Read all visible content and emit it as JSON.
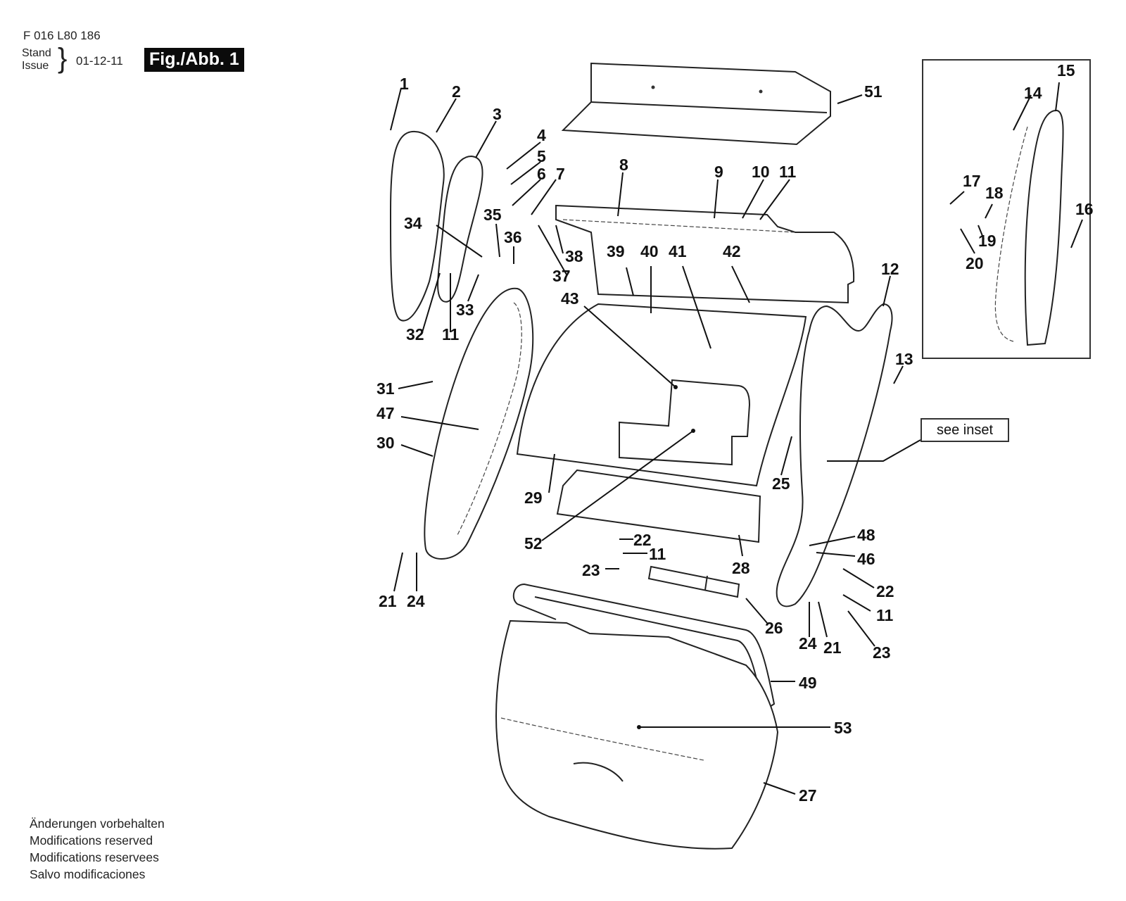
{
  "header": {
    "doc_code": "F 016 L80 186",
    "stand_label": "Stand",
    "issue_label": "Issue",
    "brace": "}",
    "date": "01-12-11",
    "figure_badge": "Fig./Abb. 1"
  },
  "inset": {
    "callout": "see inset",
    "labels": [
      "14",
      "15",
      "16",
      "17",
      "18",
      "19",
      "20"
    ]
  },
  "part_labels": {
    "p1": "1",
    "p2": "2",
    "p3": "3",
    "p4": "4",
    "p5": "5",
    "p6": "6",
    "p7": "7",
    "p8": "8",
    "p9": "9",
    "p10": "10",
    "p11a": "11",
    "p11b": "11",
    "p11c": "11",
    "p11d": "11",
    "p12": "12",
    "p13": "13",
    "p14": "14",
    "p15": "15",
    "p16": "16",
    "p17": "17",
    "p18": "18",
    "p19": "19",
    "p20": "20",
    "p21a": "21",
    "p21b": "21",
    "p22a": "22",
    "p22b": "22",
    "p23a": "23",
    "p23b": "23",
    "p24a": "24",
    "p24b": "24",
    "p25": "25",
    "p26": "26",
    "p27": "27",
    "p28": "28",
    "p29": "29",
    "p30": "30",
    "p31": "31",
    "p32": "32",
    "p33": "33",
    "p34": "34",
    "p35": "35",
    "p36": "36",
    "p37": "37",
    "p38": "38",
    "p39": "39",
    "p40": "40",
    "p41": "41",
    "p42": "42",
    "p43": "43",
    "p46": "46",
    "p47": "47",
    "p48": "48",
    "p49": "49",
    "p51": "51",
    "p52": "52",
    "p53": "53"
  },
  "footer": {
    "lines": [
      "Änderungen vorbehalten",
      "Modifications reserved",
      "Modifications reservees",
      "Salvo modificaciones"
    ]
  }
}
